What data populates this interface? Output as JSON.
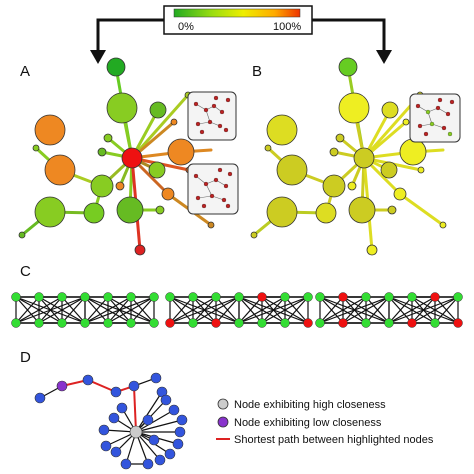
{
  "colorbar": {
    "min_label": "0%",
    "max_label": "100%",
    "gradient": [
      "#22aa22",
      "#99dd11",
      "#eeee00",
      "#ffaa00",
      "#ee3300"
    ]
  },
  "panels": {
    "a": "A",
    "b": "B",
    "c": "C",
    "d": "D"
  },
  "legend": {
    "high_closeness": "Node exhibiting high closeness",
    "low_closeness": "Node exhibiting low closeness",
    "shortest_path": "Shortest path between highlighted nodes"
  },
  "colors": {
    "high_closeness": "#cccccc",
    "low_closeness": "#8833cc",
    "shortest_path": "#dd2222",
    "panel_d_nodes": "#3355dd",
    "panel_c_green": "#33dd33",
    "panel_c_red": "#ee1111"
  }
}
